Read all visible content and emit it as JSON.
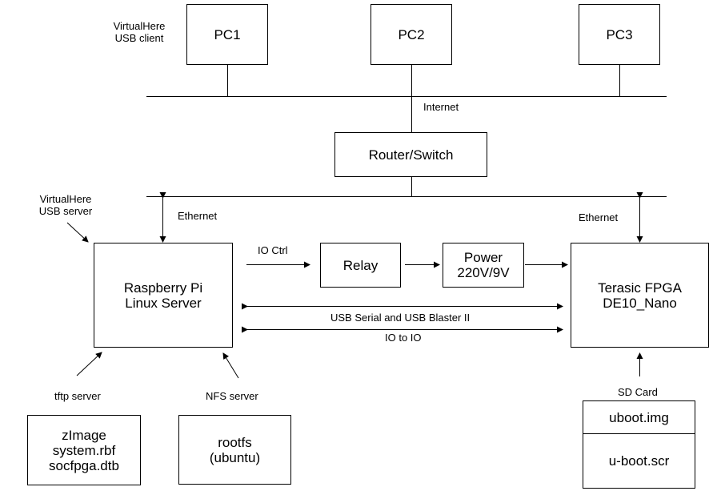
{
  "pcs": [
    "PC1",
    "PC2",
    "PC3"
  ],
  "virtualhere_client": [
    "VirtualHere",
    "USB client"
  ],
  "internet_label": "Internet",
  "router_label": "Router/Switch",
  "virtualhere_server": [
    "VirtualHere",
    "USB server"
  ],
  "ethernet_left": "Ethernet",
  "ethernet_right": "Ethernet",
  "raspberry": [
    "Raspberry Pi",
    "Linux Server"
  ],
  "io_ctrl": "IO Ctrl",
  "relay": "Relay",
  "power": [
    "Power",
    "220V/9V"
  ],
  "fpga": [
    "Terasic FPGA",
    "DE10_Nano"
  ],
  "usb_serial": "USB Serial and USB Blaster II",
  "io_to_io": "IO to IO",
  "tftp_server": "tftp server",
  "nfs_server": "NFS server",
  "tftp_files": [
    "zImage",
    "system.rbf",
    "socfpga.dtb"
  ],
  "rootfs": [
    "rootfs",
    "(ubuntu)"
  ],
  "sd_card": "SD Card",
  "sd_files": [
    "uboot.img",
    "u-boot.scr"
  ]
}
